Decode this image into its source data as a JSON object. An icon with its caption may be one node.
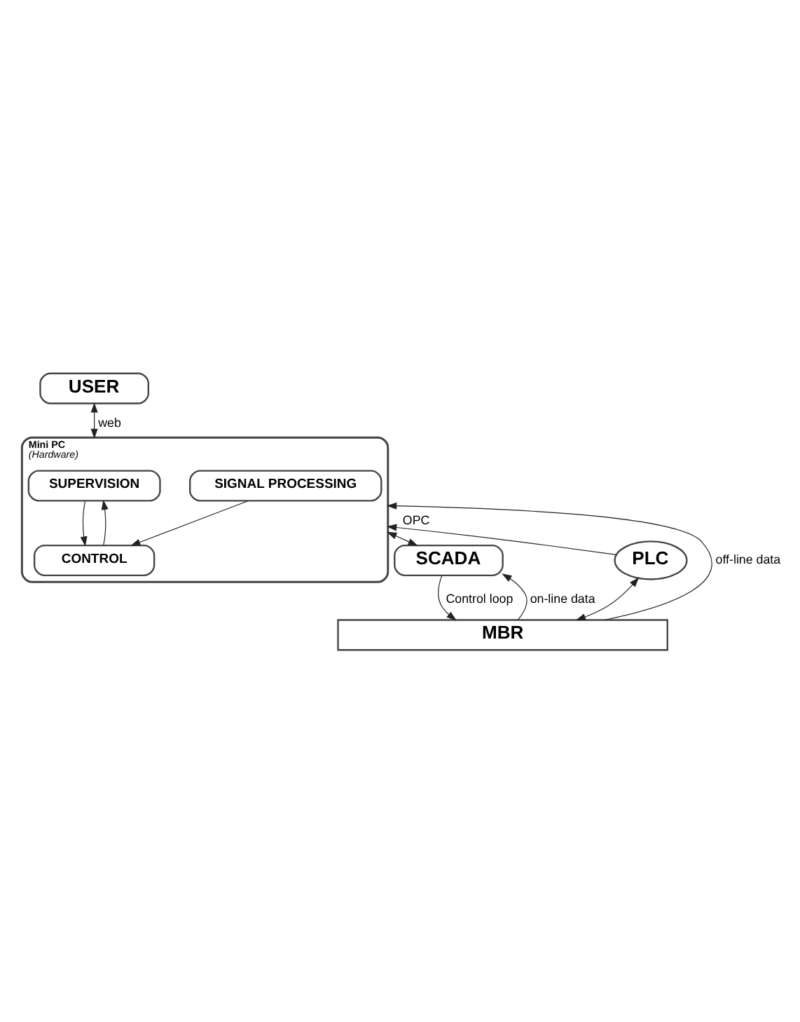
{
  "diagram": {
    "nodes": [
      {
        "text": [
          "USER"
        ]
      },
      {
        "text": [
          "Mini PC",
          "(Hardware)"
        ]
      },
      {
        "text": [
          "SUPERVISION"
        ],
        "in": 1
      },
      {
        "text": [
          "CONTROL"
        ],
        "in": 1
      },
      {
        "text": [
          "SIGNAL PROCESSING"
        ],
        "in": 1
      },
      {
        "text": [
          "SCADA"
        ]
      },
      {
        "text": [
          "PLC"
        ]
      },
      {
        "text": [
          "MBR"
        ]
      }
    ],
    "edges": [
      {
        "from": 0,
        "to": 1,
        "arrow": "both",
        "label": "web"
      },
      {
        "from": 2,
        "to": 3,
        "arrow": "to"
      },
      {
        "from": 3,
        "to": 2,
        "arrow": "to"
      },
      {
        "from": 4,
        "to": 3,
        "arrow": "to"
      },
      {
        "from": 5,
        "to": 1,
        "arrow": "both"
      },
      {
        "from": 7,
        "to": 1,
        "arrow": "to",
        "label": "off-line data"
      },
      {
        "from": 7,
        "to": 5,
        "arrow": "to",
        "label": "on-line data"
      },
      {
        "from": 5,
        "to": 7,
        "arrow": "to",
        "label": "Control loop"
      },
      {
        "from": 6,
        "to": 1,
        "arrow": "to",
        "label": "OPC"
      },
      {
        "from": 6,
        "to": 7,
        "arrow": "both"
      }
    ]
  }
}
